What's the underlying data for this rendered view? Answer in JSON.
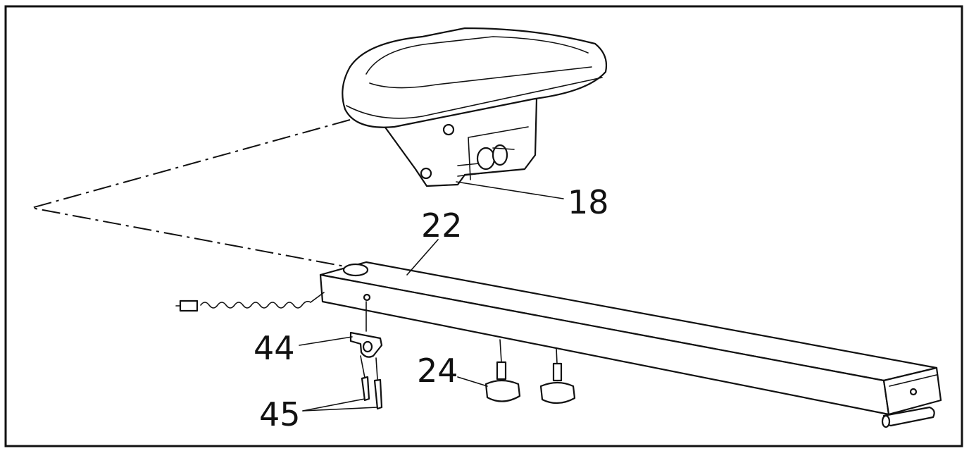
{
  "figure": {
    "parts": [
      {
        "id": "18",
        "label": "18",
        "part": "seat"
      },
      {
        "id": "22",
        "label": "22",
        "part": "front-stabilizer-tube"
      },
      {
        "id": "24",
        "label": "24",
        "part": "leveling-feet"
      },
      {
        "id": "44",
        "label": "44",
        "part": "bracket"
      },
      {
        "id": "45",
        "label": "45",
        "part": "screws"
      }
    ]
  },
  "colors": {
    "line": "#111111",
    "background": "#ffffff"
  }
}
